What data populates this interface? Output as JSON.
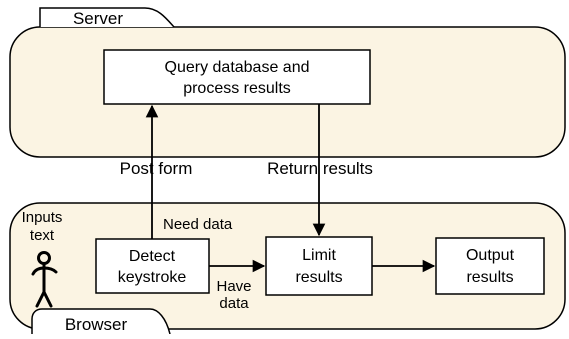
{
  "colors": {
    "region_fill": "#fbf4e3",
    "region_stroke": "#000000",
    "box_fill": "#ffffff",
    "line": "#000000"
  },
  "server": {
    "label": "Server",
    "process_box": {
      "line1": "Query database and",
      "line2": "process results"
    }
  },
  "browser": {
    "label": "Browser",
    "user": {
      "label_line1": "Inputs",
      "label_line2": "text",
      "icon": "stick-figure-icon"
    },
    "detect_box": {
      "line1": "Detect",
      "line2": "keystroke"
    },
    "limit_box": {
      "line1": "Limit",
      "line2": "results"
    },
    "output_box": {
      "line1": "Output",
      "line2": "results"
    }
  },
  "flows": {
    "post_form": "Post form",
    "return_results": "Return results",
    "need_data": "Need data",
    "have_data_line1": "Have",
    "have_data_line2": "data"
  }
}
